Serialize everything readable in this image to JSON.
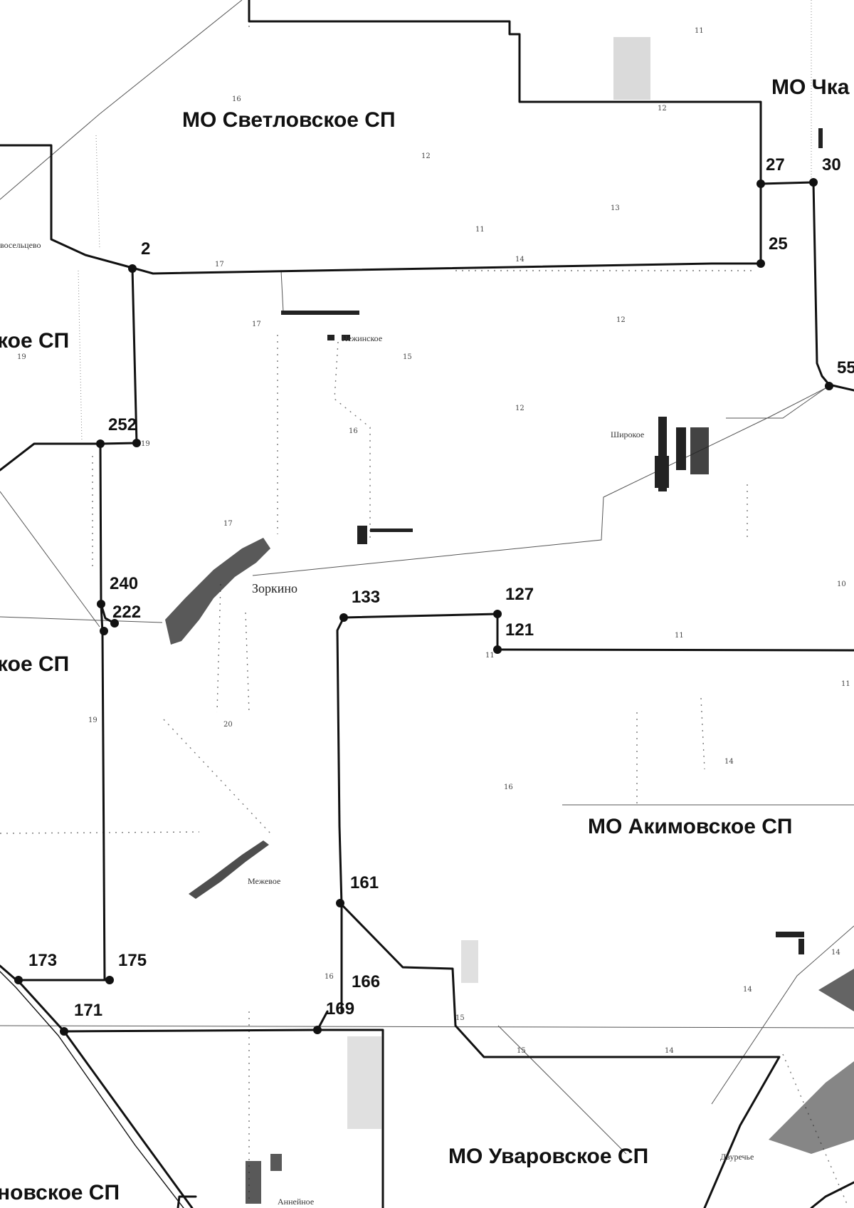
{
  "regions": {
    "svetlovskoe": "МО Светловское  СП",
    "chka": "МО Чка",
    "left_top": "кое СП",
    "left_mid": "кое СП",
    "akimovskoe": "МО Акимовское СП",
    "uvarovskoe": "МО Уваровское СП",
    "left_bottom": "новское СП"
  },
  "points": {
    "p2": "2",
    "p27": "27",
    "p30": "30",
    "p25": "25",
    "p55": "55",
    "p252": "252",
    "p240": "240",
    "p222": "222",
    "p133": "133",
    "p127": "127",
    "p121": "121",
    "p161": "161",
    "p166": "166",
    "p169": "169",
    "p171": "171",
    "p173": "173",
    "p175": "175"
  },
  "settlements": {
    "zorkino": "Зоркино",
    "shirokoe": "Широкое",
    "nezhinskoe": "Нежинское",
    "mezhevoe": "Межевое",
    "anneynoe": "Аннейное",
    "dvurechye": "Двуречье",
    "novoseltsevo": "восельцево"
  },
  "elevations": {
    "e16a": "16",
    "e12a": "12",
    "e12b": "12",
    "e11a": "11",
    "e13": "13",
    "e11b": "11",
    "e14a": "14",
    "e17a": "17",
    "e17b": "17",
    "e19a": "19",
    "e15a": "15",
    "e12c": "12",
    "e12d": "12",
    "e16b": "16",
    "e19b": "19",
    "e17c": "17",
    "e10": "10",
    "e11c": "11",
    "e11d": "11",
    "e11e": "11",
    "e19c": "19",
    "e20": "20",
    "e14b": "14",
    "e16c": "16",
    "e16d": "16",
    "e15b": "15",
    "e15c": "15",
    "e14c": "14",
    "e14d": "14",
    "e14e": "14"
  }
}
